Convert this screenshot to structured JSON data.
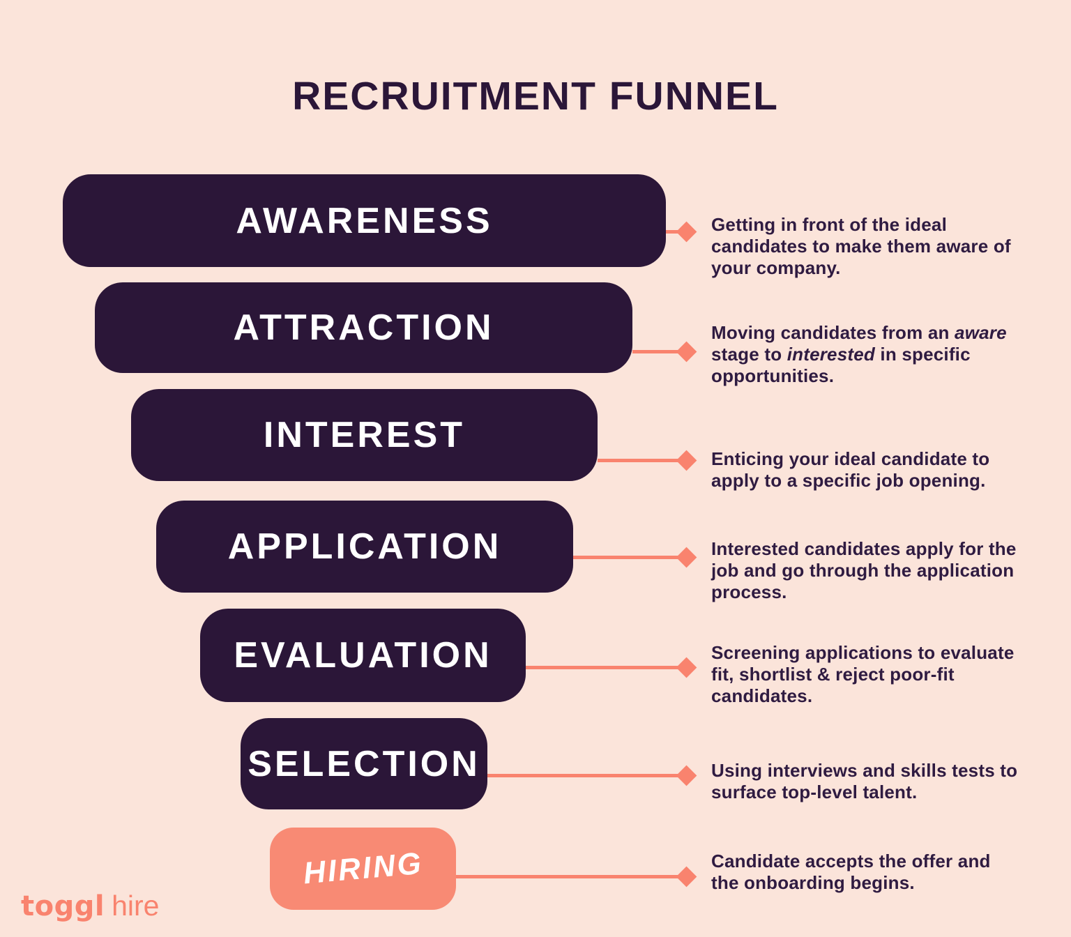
{
  "title": "RECRUITMENT FUNNEL",
  "theme": {
    "background": "#FBE4DA",
    "stage_bar_color": "#2B1638",
    "highlight_bar_color": "#F88A74",
    "connector_color": "#F9836E",
    "description_text_color": "#2F1B41",
    "stage_label_color": "#FFFFFF"
  },
  "funnel": {
    "stages": [
      {
        "label": "AWARENESS",
        "desc_lines": [
          [
            "Getting in front of the ideal"
          ],
          [
            "candidates to make them aware of"
          ],
          [
            "your company."
          ]
        ]
      },
      {
        "label": "ATTRACTION",
        "desc_lines": [
          [
            "Moving candidates from an ",
            "aware"
          ],
          [
            "stage to ",
            "interested",
            " in specific"
          ],
          [
            "opportunities."
          ]
        ]
      },
      {
        "label": "INTEREST",
        "desc_lines": [
          [
            "Enticing your ideal candidate to"
          ],
          [
            "apply to a specific job opening."
          ]
        ]
      },
      {
        "label": "APPLICATION",
        "desc_lines": [
          [
            "Interested candidates apply for the"
          ],
          [
            "job and go through the application"
          ],
          [
            "process."
          ]
        ]
      },
      {
        "label": "EVALUATION",
        "desc_lines": [
          [
            "Screening applications to evaluate"
          ],
          [
            "fit, shortlist & reject poor-fit"
          ],
          [
            "candidates."
          ]
        ]
      },
      {
        "label": "SELECTION",
        "desc_lines": [
          [
            "Using interviews and skills tests to"
          ],
          [
            "surface top-level talent."
          ]
        ]
      },
      {
        "label": "HIRING",
        "highlighted": true,
        "desc_lines": [
          [
            "Candidate accepts the offer and"
          ],
          [
            "the onboarding begins."
          ]
        ]
      }
    ]
  },
  "logo": {
    "primary": "toggl",
    "secondary": "hire"
  }
}
